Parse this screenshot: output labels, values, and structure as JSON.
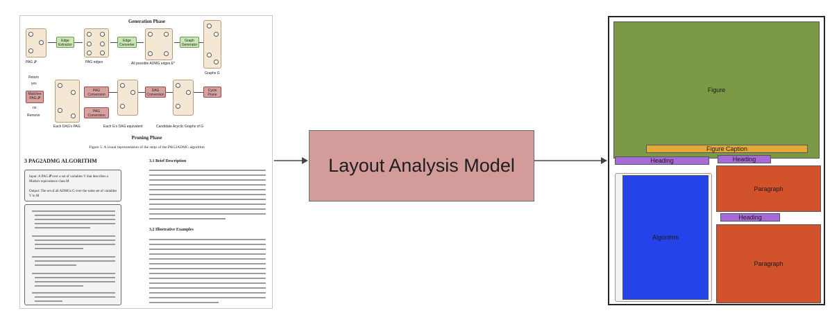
{
  "left_page": {
    "generation_title": "Generation Phase",
    "pruning_title": "Pruning Phase",
    "edge_extractor": "Edge Extractor",
    "edge_converter": "Edge Converter",
    "graph_generator": "Graph Generator",
    "cycle_prune": "Cycle Prune",
    "dag_conversion": "DAG Conversion",
    "pag_conversion_1": "PAG Conversion",
    "pag_conversion_2": "PAG Conversion",
    "matches_pag": "Matches PAG 𝒫",
    "lbl_pag": "PAG 𝒫",
    "lbl_pag_edges": "PAG edges",
    "lbl_all_admg": "All possible ADMG edges E*",
    "lbl_graphs_g": "Graphs G",
    "lbl_candidate": "Candidate Acyclic Graphs of G",
    "lbl_dag_equiv": "Each G's DAG equivalent",
    "lbl_each_dag": "Each DAG's PAG",
    "lbl_return": "Return",
    "lbl_yes": "yes",
    "lbl_no": "no",
    "lbl_remove": "Remove",
    "caption": "Figure 5: A visual representation of the steps of the PAG2ADMG algorithm",
    "section3": "3   PAG2ADMG ALGORITHM",
    "sub31": "3.1   Brief Description",
    "sub32": "3.2   Illustrative Examples",
    "input_text": "Input: A PAG 𝒫 over a set of variables V that describes a Markov equivalence class M",
    "output_text": "Output: The set of all ADMGs G over the same set of variables V in M"
  },
  "model": {
    "label": "Layout Analysis Model"
  },
  "layout": {
    "figure": "Figure",
    "figure_caption": "Figure Caption",
    "heading_1": "Heading",
    "heading_2": "Heading",
    "heading_3": "Heading",
    "paragraph_1": "Paragraph",
    "paragraph_2": "Paragraph",
    "algorithm": "Algorithm"
  },
  "colors": {
    "figure": "#7c9a45",
    "caption": "#e0a93a",
    "heading": "#a66ad9",
    "paragraph": "#d2522c",
    "algorithm": "#2443e8",
    "model": "#d39c9b"
  }
}
